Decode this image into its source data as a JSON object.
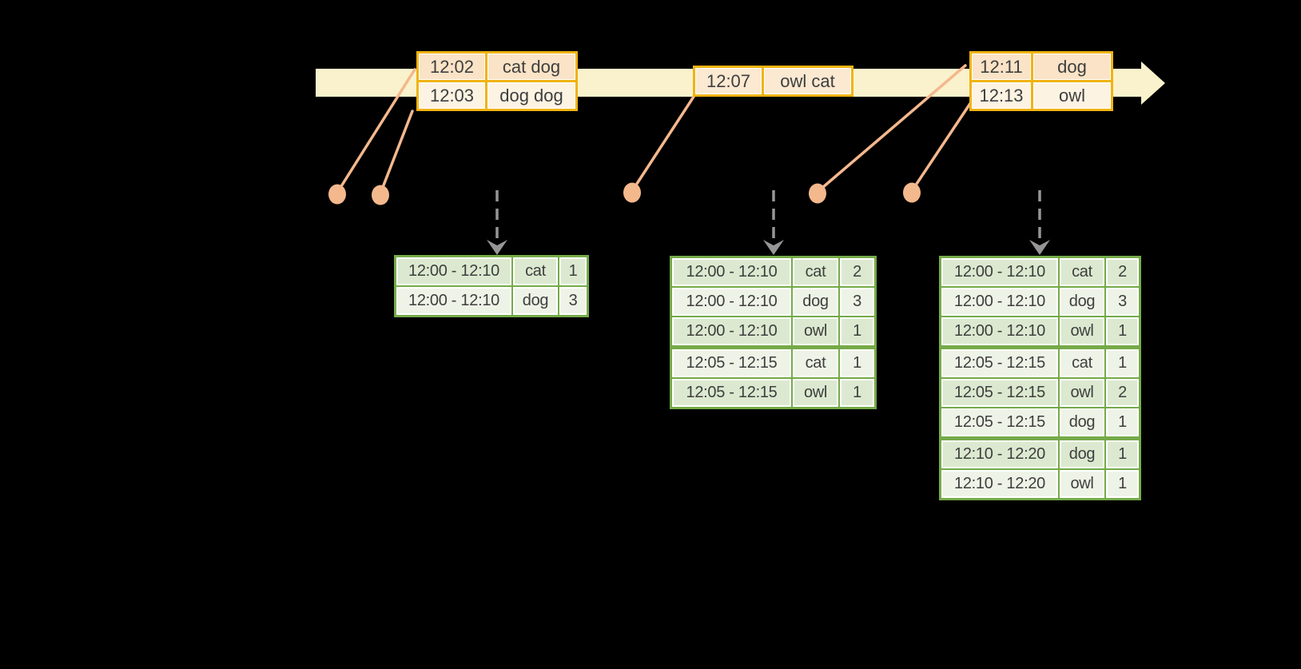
{
  "colors": {
    "background": "#000000",
    "timeline_fill": "#faf2cc",
    "event_table_border": "#f0b310",
    "event_row_fill_a": "#fae3c6",
    "event_row_fill_b": "#fdf3e3",
    "event_single_row_fill": "#fbe9d2",
    "connector": "#f4b88d",
    "trigger_arrow": "#969696",
    "result_table_border": "#74aa48",
    "result_row_fill_a": "#dce9d0",
    "result_row_fill_b": "#eef3e7",
    "cell_outline": "#ffffff",
    "text": "#3e3e3e"
  },
  "event_tables": [
    {
      "rows": [
        {
          "time": "12:02",
          "words": "cat dog"
        },
        {
          "time": "12:03",
          "words": "dog dog"
        }
      ]
    },
    {
      "rows": [
        {
          "time": "12:07",
          "words": "owl cat"
        }
      ]
    },
    {
      "rows": [
        {
          "time": "12:11",
          "words": "dog"
        },
        {
          "time": "12:13",
          "words": "owl"
        }
      ]
    }
  ],
  "result_tables": [
    {
      "rows": [
        {
          "window": "12:00 - 12:10",
          "word": "cat",
          "count": "1"
        },
        {
          "window": "12:00 - 12:10",
          "word": "dog",
          "count": "3"
        }
      ]
    },
    {
      "rows": [
        {
          "window": "12:00 - 12:10",
          "word": "cat",
          "count": "2"
        },
        {
          "window": "12:00 - 12:10",
          "word": "dog",
          "count": "3"
        },
        {
          "window": "12:00 - 12:10",
          "word": "owl",
          "count": "1"
        },
        {
          "window": "12:05 - 12:15",
          "word": "cat",
          "count": "1",
          "group_start": true
        },
        {
          "window": "12:05 - 12:15",
          "word": "owl",
          "count": "1"
        }
      ]
    },
    {
      "rows": [
        {
          "window": "12:00 - 12:10",
          "word": "cat",
          "count": "2"
        },
        {
          "window": "12:00 - 12:10",
          "word": "dog",
          "count": "3"
        },
        {
          "window": "12:00 - 12:10",
          "word": "owl",
          "count": "1"
        },
        {
          "window": "12:05 - 12:15",
          "word": "cat",
          "count": "1",
          "group_start": true
        },
        {
          "window": "12:05 - 12:15",
          "word": "owl",
          "count": "2"
        },
        {
          "window": "12:05 - 12:15",
          "word": "dog",
          "count": "1"
        },
        {
          "window": "12:10 - 12:20",
          "word": "dog",
          "count": "1",
          "group_start": true
        },
        {
          "window": "12:10 - 12:20",
          "word": "owl",
          "count": "1"
        }
      ]
    }
  ]
}
